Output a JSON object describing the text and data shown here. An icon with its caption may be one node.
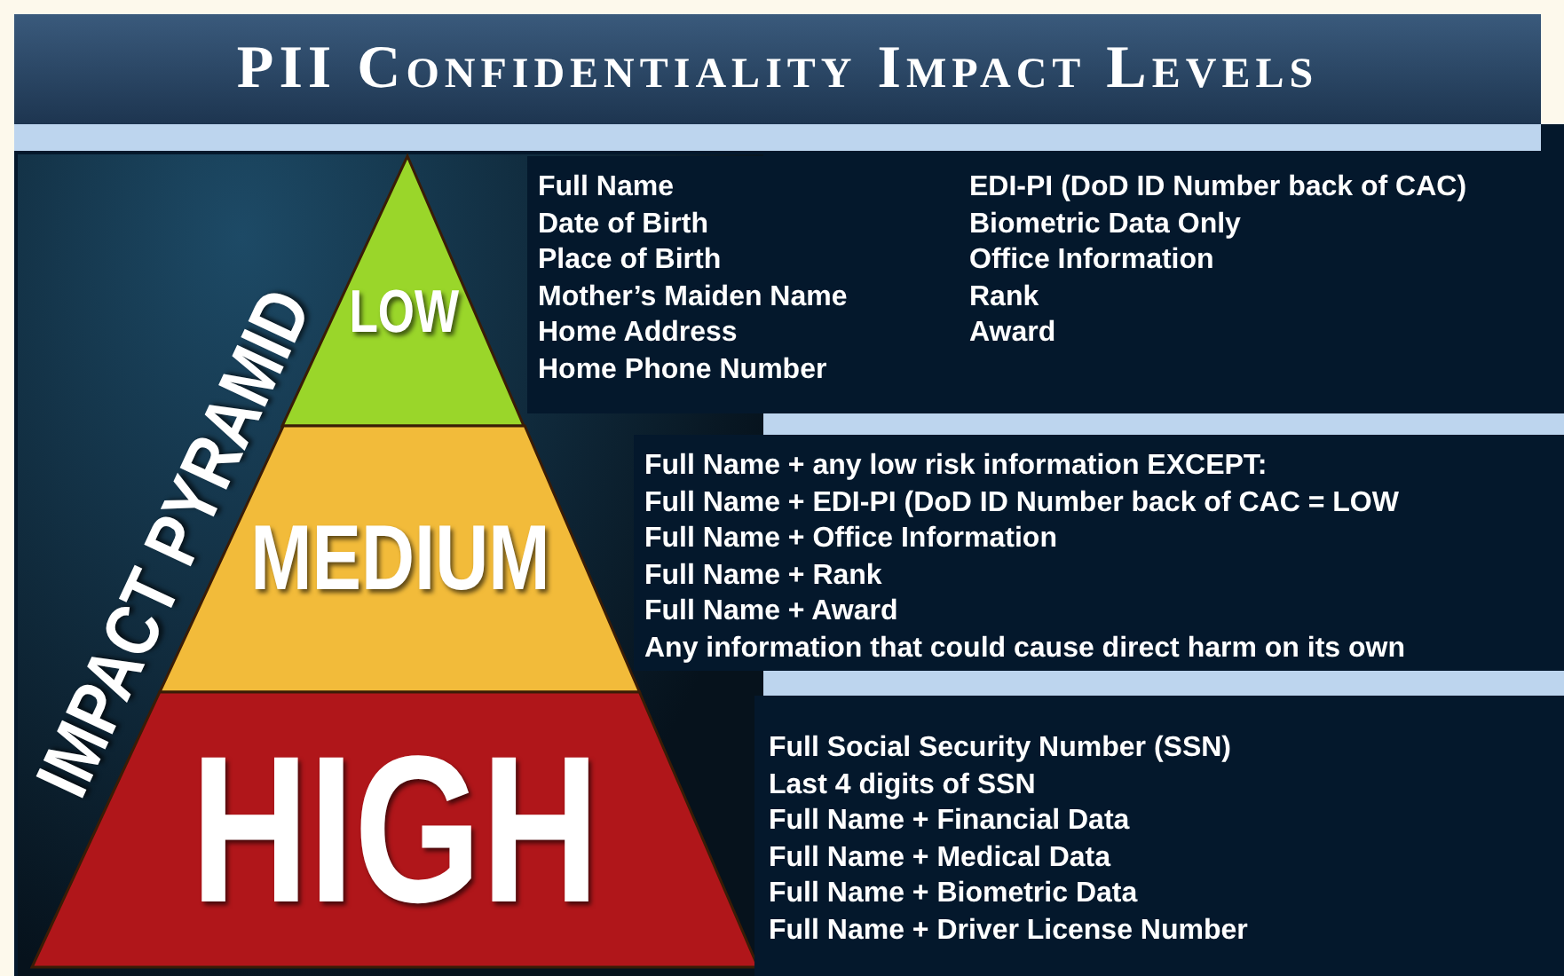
{
  "diagram": {
    "title": "PII Confidentiality Impact Levels",
    "nodes": [
      {
        "text": [
          "LOW"
        ]
      },
      {
        "text": [
          "MEDIUM"
        ]
      },
      {
        "text": [
          "HIGH"
        ]
      },
      {
        "text": [
          "Full Name",
          "Date of Birth",
          "Place of Birth",
          "Mother’s Maiden Name",
          "Home Address",
          "Home Phone Number",
          "EDI-PI (DoD ID Number back of CAC)",
          "Biometric Data Only",
          "Office Information",
          "Rank",
          "Award"
        ]
      },
      {
        "text": [
          "Full Name + any low risk information EXCEPT:",
          "Full Name + EDI-PI (DoD ID Number back of CAC = LOW",
          "Full Name + Office Information",
          "Full Name + Rank",
          "Full Name + Award",
          "Any information that could cause direct harm on its own"
        ]
      },
      {
        "text": [
          "Full Social Security Number (SSN)",
          "Last 4 digits of SSN",
          "Full Name + Financial Data",
          "Full Name + Medical Data",
          "Full Name + Biometric Data",
          "Full Name + Driver License Number"
        ]
      }
    ],
    "labels": [
      "IMPACT PYRAMID"
    ]
  }
}
